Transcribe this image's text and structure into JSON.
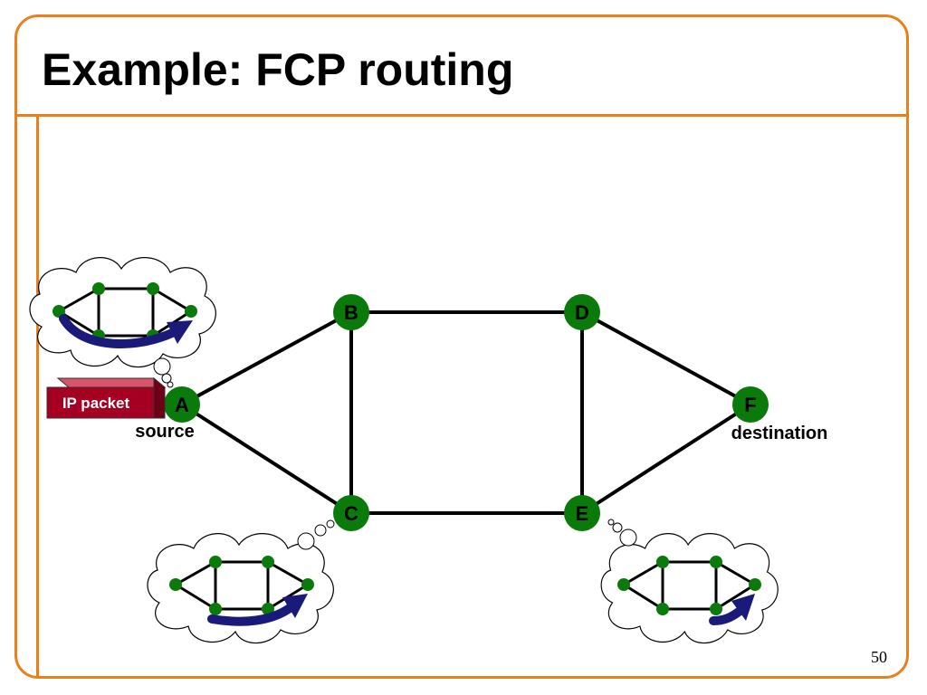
{
  "slide": {
    "title": "Example: FCP routing",
    "page_number": "50",
    "accent_color": "#e8801c"
  },
  "network": {
    "node_color": "#0a7a0a",
    "link_color": "#000000",
    "nodes": [
      {
        "id": "A",
        "label": "A"
      },
      {
        "id": "B",
        "label": "B"
      },
      {
        "id": "C",
        "label": "C"
      },
      {
        "id": "D",
        "label": "D"
      },
      {
        "id": "E",
        "label": "E"
      },
      {
        "id": "F",
        "label": "F"
      }
    ],
    "links": [
      [
        "A",
        "B"
      ],
      [
        "A",
        "C"
      ],
      [
        "B",
        "C"
      ],
      [
        "B",
        "D"
      ],
      [
        "C",
        "E"
      ],
      [
        "D",
        "E"
      ],
      [
        "D",
        "F"
      ],
      [
        "E",
        "F"
      ]
    ],
    "source_label": "source",
    "destination_label": "destination"
  },
  "packet": {
    "label": "IP packet",
    "color": "#a50021"
  },
  "thought_bubbles": [
    {
      "attached_to": "A",
      "arrow_color": "#1a1a7a"
    },
    {
      "attached_to": "C",
      "arrow_color": "#1a1a7a"
    },
    {
      "attached_to": "E",
      "arrow_color": "#1a1a7a"
    }
  ]
}
